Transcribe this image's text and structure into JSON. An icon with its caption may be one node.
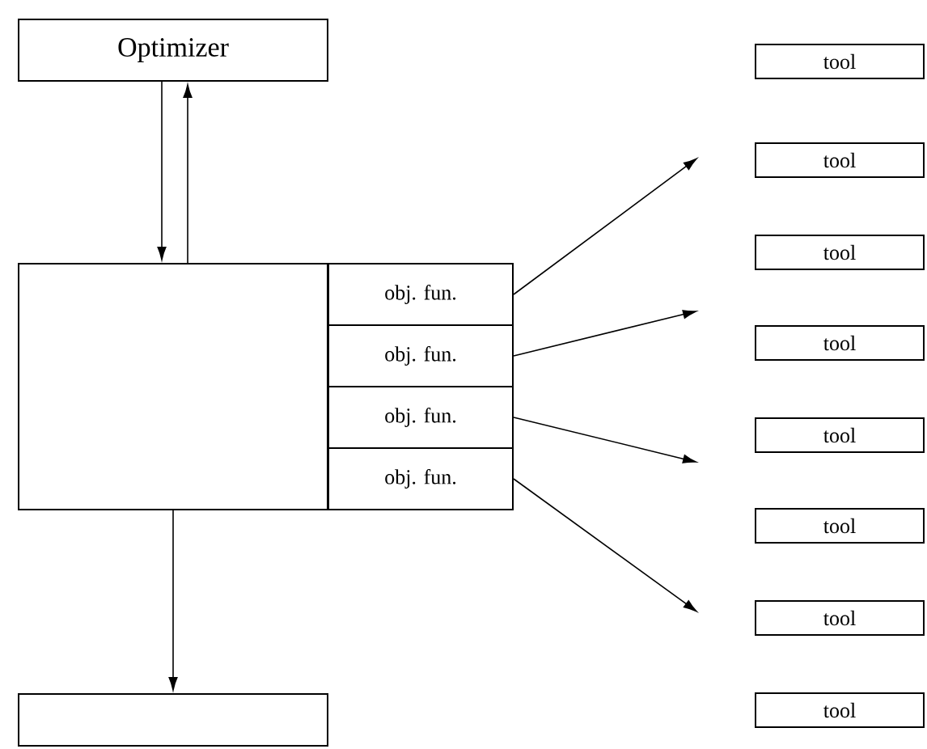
{
  "diagram": {
    "nodes": [
      {
        "text": [
          "Optimizer"
        ]
      },
      {
        "text": [],
        "shape": "box"
      },
      {
        "text": [
          "obj. fun."
        ]
      },
      {
        "text": [
          "obj. fun."
        ]
      },
      {
        "text": [
          "obj. fun."
        ]
      },
      {
        "text": [
          "obj. fun."
        ]
      },
      {
        "text": [],
        "shape": "box"
      },
      {
        "text": [
          "tool"
        ]
      },
      {
        "text": [
          "tool"
        ]
      },
      {
        "text": [
          "tool"
        ]
      },
      {
        "text": [
          "tool"
        ]
      },
      {
        "text": [
          "tool"
        ]
      },
      {
        "text": [
          "tool"
        ]
      },
      {
        "text": [
          "tool"
        ]
      },
      {
        "text": [
          "tool"
        ]
      }
    ],
    "edges": [
      {
        "from": 0,
        "to": 1,
        "arrow": "to"
      },
      {
        "from": 1,
        "to": 0,
        "arrow": "to"
      },
      {
        "from": 1,
        "to": 6,
        "arrow": "to"
      },
      {
        "from": 2,
        "to": null,
        "arrow": "to"
      },
      {
        "from": 3,
        "to": null,
        "arrow": "to"
      },
      {
        "from": 4,
        "to": null,
        "arrow": "to"
      },
      {
        "from": 5,
        "to": null,
        "arrow": "to"
      }
    ]
  }
}
